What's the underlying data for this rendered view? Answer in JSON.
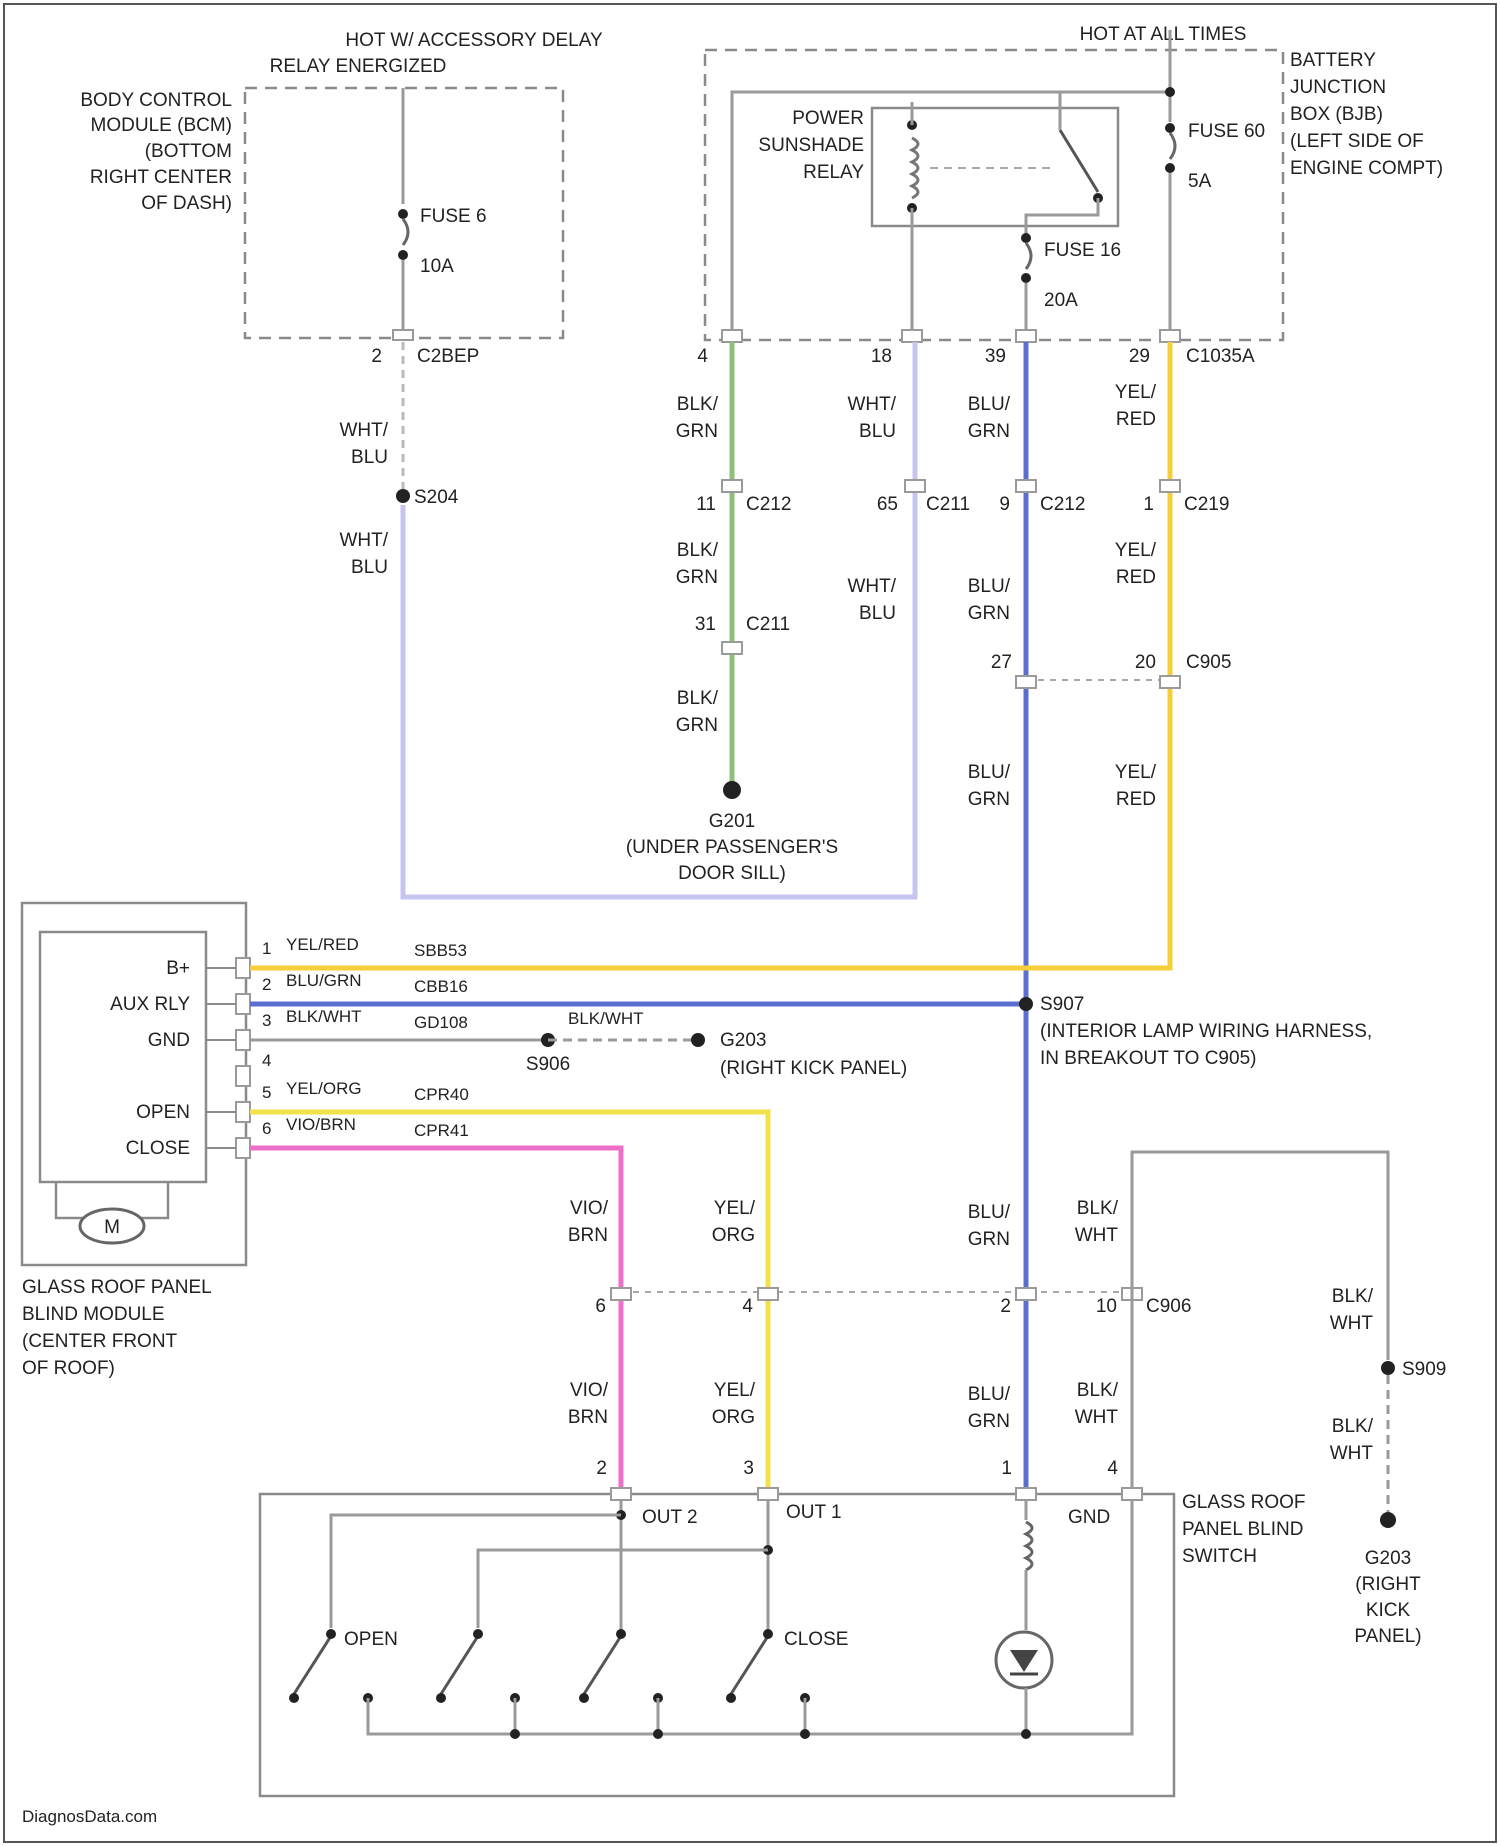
{
  "colors": {
    "wht_blu": "#c8c4f2",
    "blu_grn": "#5b6fd0",
    "yel_red": "#f4cf3a",
    "blk_grn": "#8fc07a",
    "yel_org": "#f0e34a",
    "vio_brn": "#ec6fc8",
    "gray": "#9a9a9a"
  },
  "bcm": {
    "header": [
      "HOT W/ ACCESSORY DELAY",
      "RELAY ENERGIZED"
    ],
    "name": [
      "BODY CONTROL",
      "MODULE (BCM)",
      "(BOTTOM",
      "RIGHT CENTER",
      "OF DASH)"
    ],
    "fuse": "FUSE 6",
    "amp": "10A",
    "pin": "2",
    "connector": "C2BEP"
  },
  "bjb": {
    "header": "HOT AT ALL TIMES",
    "name": [
      "BATTERY",
      "JUNCTION",
      "BOX (BJB)",
      "(LEFT SIDE OF",
      "ENGINE COMPT)"
    ],
    "relay": [
      "POWER",
      "SUNSHADE",
      "RELAY"
    ],
    "fuse_a": "FUSE 60",
    "amp_a": "5A",
    "fuse_b": "FUSE 16",
    "amp_b": "20A",
    "pins": [
      "4",
      "18",
      "39",
      "29"
    ],
    "connector": "C1035A"
  },
  "wires": {
    "wht_blu": [
      "WHT/",
      "BLU"
    ],
    "blk_grn": [
      "BLK/",
      "GRN"
    ],
    "blu_grn": [
      "BLU/",
      "GRN"
    ],
    "yel_red": [
      "YEL/",
      "RED"
    ],
    "vio_brn": [
      "VIO/",
      "BRN"
    ],
    "yel_org": [
      "YEL/",
      "ORG"
    ],
    "blk_wht": [
      "BLK/",
      "WHT"
    ]
  },
  "splices": {
    "s204": "S204",
    "s907": "S907",
    "s907_desc": [
      "(INTERIOR LAMP WIRING HARNESS,",
      "IN BREAKOUT TO C905)"
    ],
    "s906": "S906",
    "s909": "S909"
  },
  "connectors": {
    "c212a": {
      "pin": "11",
      "name": "C212"
    },
    "c211a": {
      "pin": "65",
      "name": "C211"
    },
    "c212b": {
      "pin": "9",
      "name": "C212"
    },
    "c219": {
      "pin": "1",
      "name": "C219"
    },
    "c211b": {
      "pin": "31",
      "name": "C211"
    },
    "c905_left": "27",
    "c905_right": "20",
    "c905": "C905",
    "c906_pins": [
      "6",
      "4",
      "2",
      "10"
    ],
    "c906": "C906"
  },
  "grounds": {
    "g201": [
      "G201",
      "(UNDER PASSENGER'S",
      "DOOR SILL)"
    ],
    "g203": [
      "G203",
      "(RIGHT KICK PANEL)"
    ],
    "g203b": [
      "G203",
      "(RIGHT",
      "KICK",
      "PANEL)"
    ]
  },
  "module": {
    "name": [
      "GLASS ROOF PANEL",
      "BLIND MODULE",
      "(CENTER FRONT",
      "OF ROOF)"
    ],
    "motor": "M",
    "rows": [
      {
        "num": "1",
        "term": "B+",
        "wire": "YEL/RED",
        "circuit": "SBB53"
      },
      {
        "num": "2",
        "term": "AUX RLY",
        "wire": "BLU/GRN",
        "circuit": "CBB16"
      },
      {
        "num": "3",
        "term": "GND",
        "wire": "BLK/WHT",
        "circuit": "GD108"
      },
      {
        "num": "4",
        "term": "",
        "wire": "",
        "circuit": ""
      },
      {
        "num": "5",
        "term": "OPEN",
        "wire": "YEL/ORG",
        "circuit": "CPR40"
      },
      {
        "num": "6",
        "term": "CLOSE",
        "wire": "VIO/BRN",
        "circuit": "CPR41"
      }
    ],
    "gnd_wire": "BLK/WHT"
  },
  "switch": {
    "name": [
      "GLASS ROOF",
      "PANEL BLIND",
      "SWITCH"
    ],
    "pins": [
      "2",
      "3",
      "1",
      "4"
    ],
    "out2": "OUT 2",
    "out1": "OUT 1",
    "gnd": "GND",
    "open": "OPEN",
    "close": "CLOSE"
  },
  "footer": "DiagnosData.com"
}
